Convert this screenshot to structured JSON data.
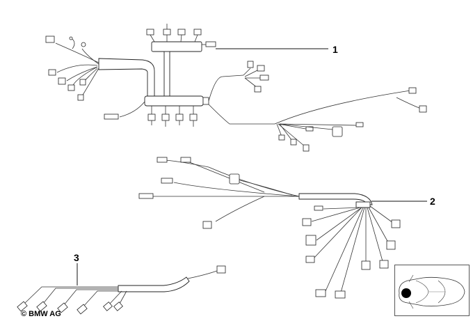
{
  "callouts": {
    "item1": "1",
    "item2": "2",
    "item3": "3"
  },
  "copyright": "© BMW AG",
  "icons": {
    "thumbnail": "car-top-view-icon",
    "marker": "location-marker-icon"
  },
  "colors": {
    "line": "#222222",
    "marker": "#000000"
  }
}
